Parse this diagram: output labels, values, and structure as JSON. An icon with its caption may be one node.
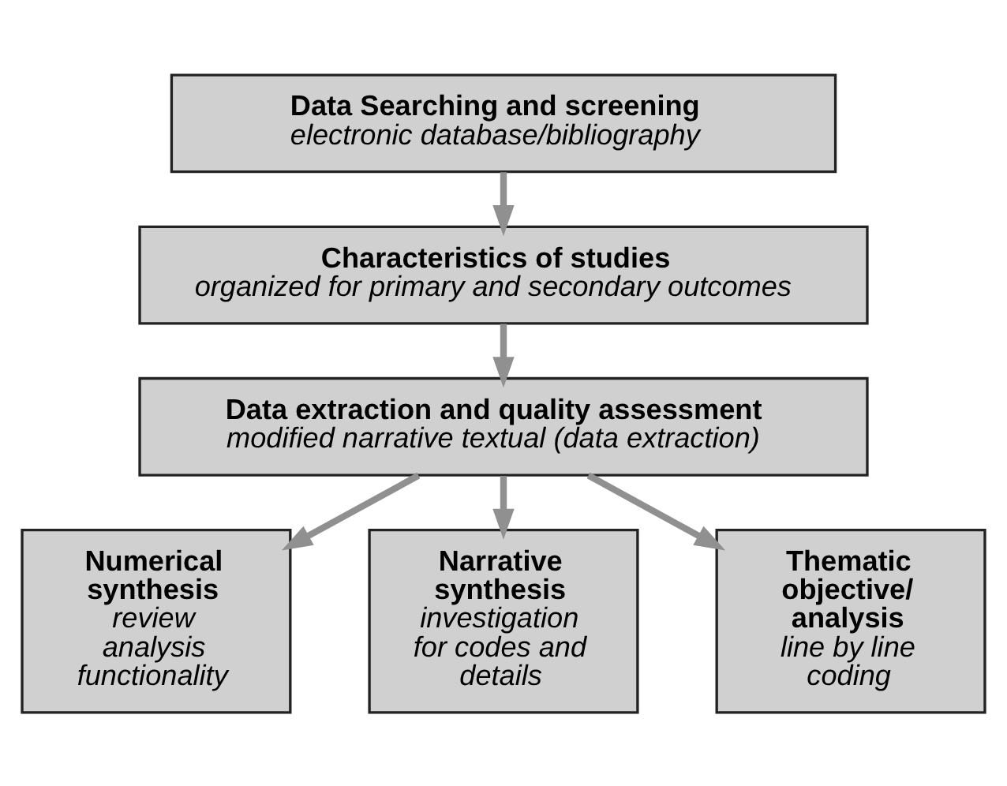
{
  "diagram": {
    "nodes": [
      {
        "text": [
          "Data Searching and screening",
          "electronic database/bibliography"
        ]
      },
      {
        "text": [
          "Characteristics of studies",
          "organized for primary and secondary outcomes"
        ]
      },
      {
        "text": [
          "Data extraction and quality assessment",
          "modified narrative textual (data extraction)"
        ]
      },
      {
        "text": [
          "Numerical synthesis",
          "review analysis functionality"
        ]
      },
      {
        "text": [
          "Narrative synthesis",
          "investigation for codes and details"
        ]
      },
      {
        "text": [
          "Thematic objective/ analysis",
          "line by line coding"
        ]
      }
    ],
    "edges": [
      {
        "from": 0,
        "to": 1,
        "arrow": "to"
      },
      {
        "from": 1,
        "to": 2,
        "arrow": "to"
      },
      {
        "from": 2,
        "to": 3,
        "arrow": "to"
      },
      {
        "from": 2,
        "to": 4,
        "arrow": "to"
      },
      {
        "from": 2,
        "to": 5,
        "arrow": "to"
      }
    ]
  }
}
